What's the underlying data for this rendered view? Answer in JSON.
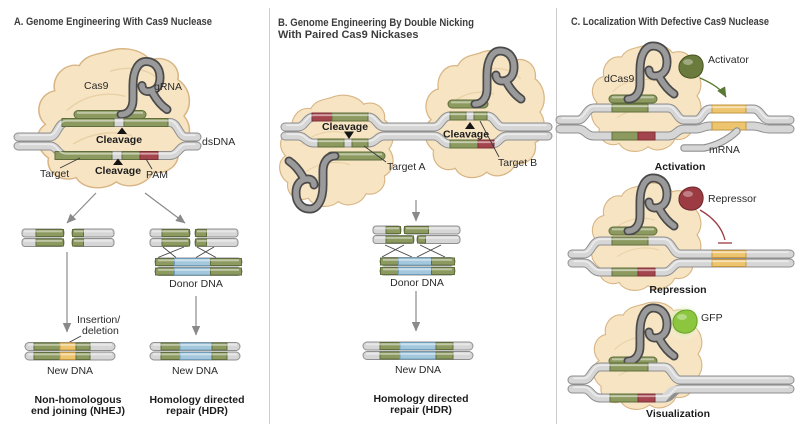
{
  "a": {
    "title": "A. Genome Engineering With Cas9 Nuclease",
    "cas9": "Cas9",
    "grna": "gRNA",
    "dsdna": "dsDNA",
    "cleavage_top": "Cleavage",
    "cleavage_bottom": "Cleavage",
    "target": "Target",
    "pam": "PAM",
    "insertion_line1": "Insertion/",
    "insertion_line2": "deletion",
    "new_dna_left": "New DNA",
    "new_dna_right": "New DNA",
    "donor_dna": "Donor DNA",
    "nhej_line1": "Non-homologous",
    "nhej_line2": "end joining (NHEJ)",
    "hdr_line1": "Homology directed",
    "hdr_line2": "repair (HDR)"
  },
  "b": {
    "title_line1": "B. Genome Engineering By Double Nicking",
    "title_line2": "With Paired Cas9 Nickases",
    "cleavage_left": "Cleavage",
    "cleavage_right": "Cleavage",
    "target_a": "Target A",
    "target_b": "Target B",
    "donor_dna": "Donor DNA",
    "new_dna": "New DNA",
    "hdr_line1": "Homology directed",
    "hdr_line2": "repair (HDR)"
  },
  "c": {
    "title": "C. Localization With Defective Cas9 Nuclease",
    "dcas9": "dCas9",
    "activator": "Activator",
    "mrna": "mRNA",
    "activation": "Activation",
    "repressor": "Repressor",
    "repression": "Repression",
    "gfp": "GFP",
    "visualization": "Visualization"
  },
  "colors": {
    "protein_tan": "#F7E4C3",
    "protein_outline": "#D8B584",
    "dna_gray": "#D6D6D6",
    "dna_outline": "#8F8F8F",
    "target_green": "#8C9A60",
    "pam_red": "#A4454E",
    "donor_blue": "#A3C8DE",
    "insertion_yellow": "#EEC56F",
    "grna_gray": "#9A9A9A",
    "grna_outline": "#4A4A4A",
    "activator_green": "#6B7B3E",
    "repressor_red": "#9C3B42",
    "gfp_green": "#8CC63F",
    "arrow_gray": "#8A8A8A"
  }
}
